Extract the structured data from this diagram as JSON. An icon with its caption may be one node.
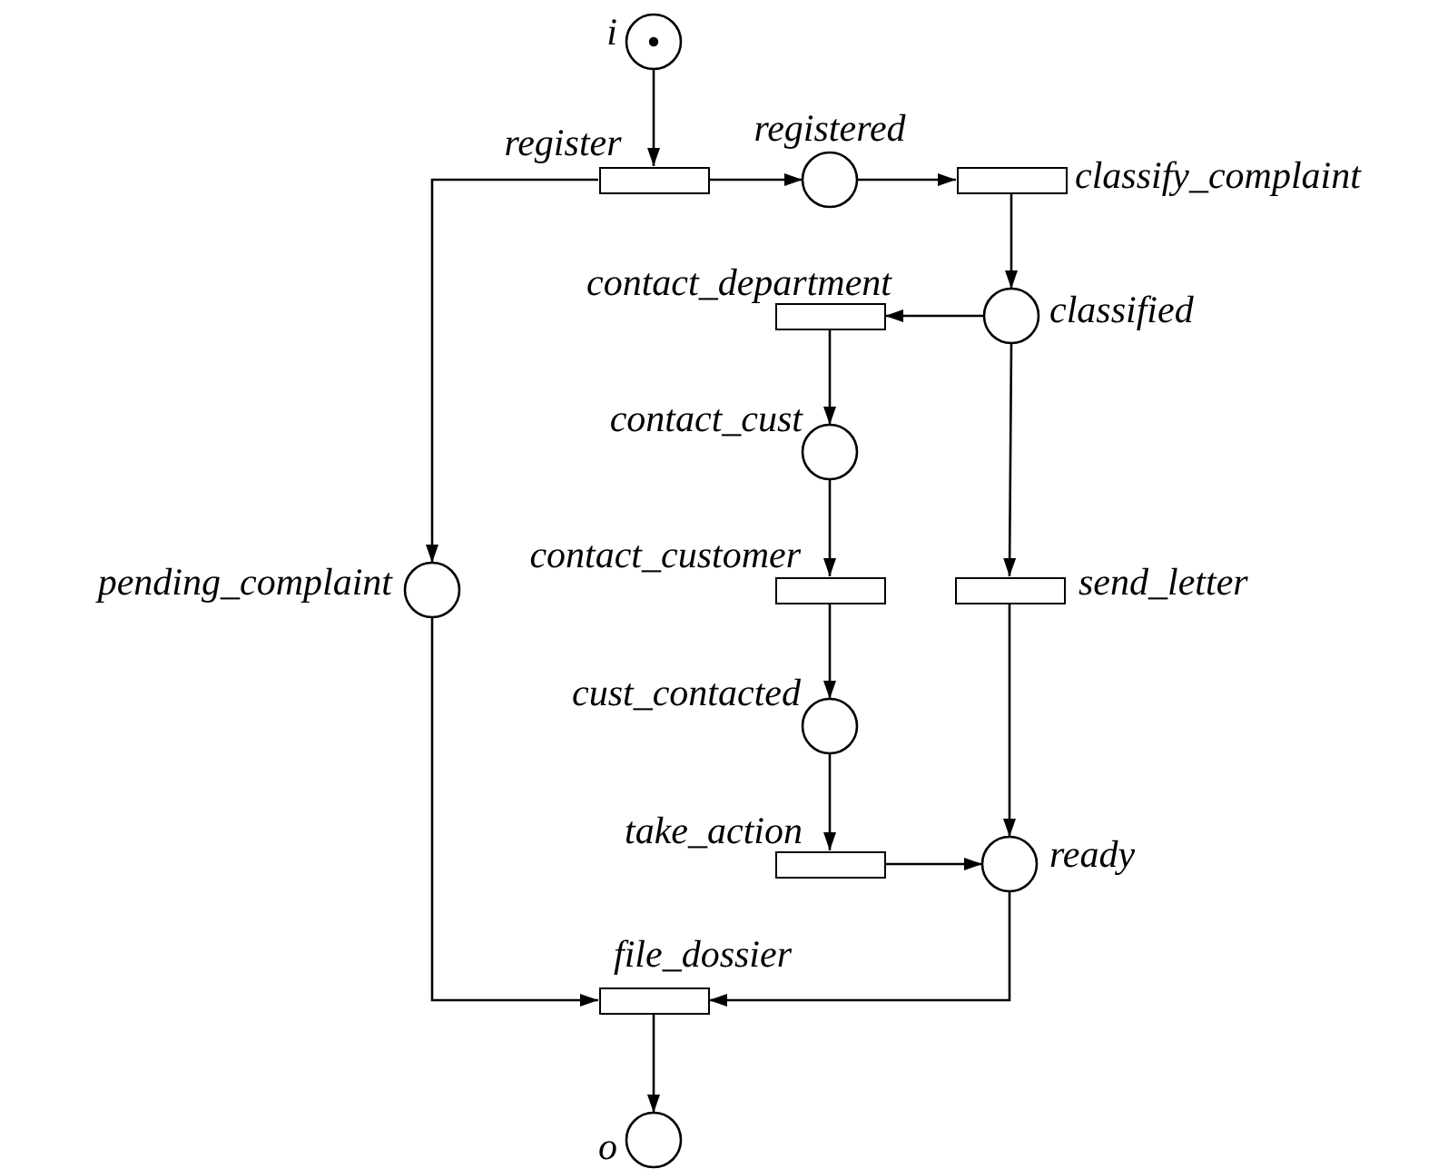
{
  "diagram": {
    "nodes": [
      {
        "text": [
          "i"
        ]
      },
      {
        "text": [
          "register"
        ]
      },
      {
        "text": [
          "registered"
        ]
      },
      {
        "text": [
          "classify_complaint"
        ]
      },
      {
        "text": [
          "contact_department"
        ]
      },
      {
        "text": [
          "classified"
        ]
      },
      {
        "text": [
          "contact_cust"
        ]
      },
      {
        "text": [
          "pending_complaint"
        ]
      },
      {
        "text": [
          "contact_customer"
        ]
      },
      {
        "text": [
          "send_letter"
        ]
      },
      {
        "text": [
          "cust_contacted"
        ]
      },
      {
        "text": [
          "take_action"
        ]
      },
      {
        "text": [
          "ready"
        ]
      },
      {
        "text": [
          "file_dossier"
        ]
      },
      {
        "text": [
          "o"
        ]
      }
    ],
    "edges": [
      {
        "from": 0,
        "to": 1,
        "arrow": "to"
      },
      {
        "from": 1,
        "to": 2,
        "arrow": "to"
      },
      {
        "from": 2,
        "to": 3,
        "arrow": "to"
      },
      {
        "from": 3,
        "to": 5,
        "arrow": "to"
      },
      {
        "from": 5,
        "to": 4,
        "arrow": "to"
      },
      {
        "from": 4,
        "to": 6,
        "arrow": "to"
      },
      {
        "from": 6,
        "to": 8,
        "arrow": "to"
      },
      {
        "from": 8,
        "to": 10,
        "arrow": "to"
      },
      {
        "from": 10,
        "to": 11,
        "arrow": "to"
      },
      {
        "from": 11,
        "to": 12,
        "arrow": "to"
      },
      {
        "from": 5,
        "to": 9,
        "arrow": "to"
      },
      {
        "from": 9,
        "to": 12,
        "arrow": "to"
      },
      {
        "from": 1,
        "to": 7,
        "arrow": "to"
      },
      {
        "from": 7,
        "to": 13,
        "arrow": "to"
      },
      {
        "from": 12,
        "to": 13,
        "arrow": "to"
      },
      {
        "from": 13,
        "to": 14,
        "arrow": "to"
      }
    ]
  }
}
